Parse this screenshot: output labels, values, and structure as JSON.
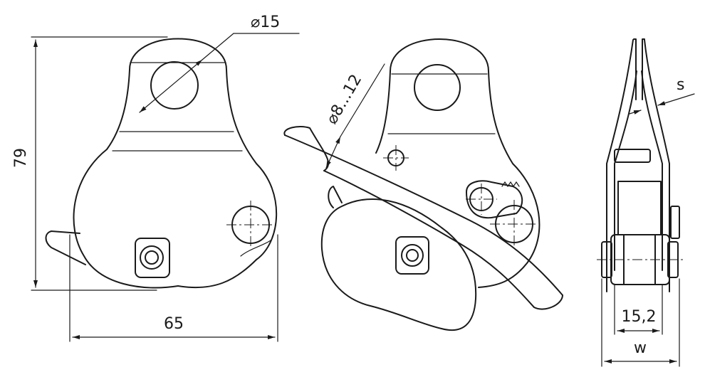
{
  "drawing": {
    "height_label": "79",
    "width_label": "65",
    "hole_diameter_label": "⌀15",
    "rope_range_label": "⌀8...12",
    "thickness_label": "s",
    "inner_width_label": "15,2",
    "overall_width_label": "w"
  }
}
